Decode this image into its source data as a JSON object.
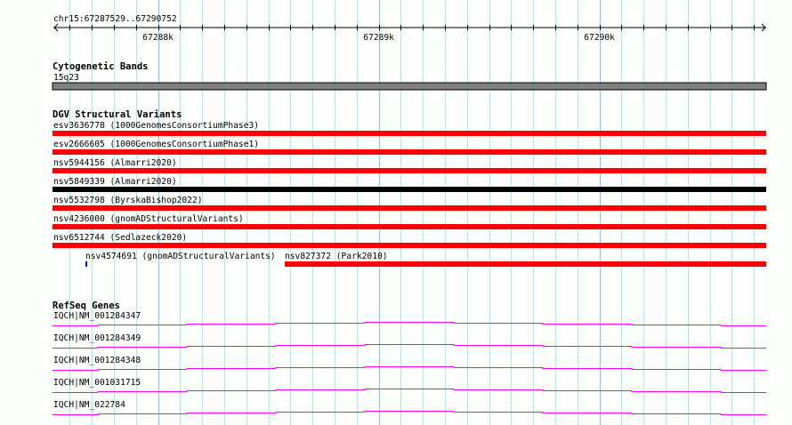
{
  "ruler": {
    "location": "chr15:67287529..67290752",
    "start": 67287529,
    "end": 67290752,
    "ticks": [
      {
        "pos": 67288000,
        "label": "67288k"
      },
      {
        "pos": 67289000,
        "label": "67289k"
      },
      {
        "pos": 67290000,
        "label": "67290k"
      }
    ]
  },
  "tracks": {
    "cytobands": {
      "title": "Cytogenetic Bands",
      "band": {
        "label": "15q23",
        "color": "#808080"
      }
    },
    "dgv": {
      "title": "DGV Structural Variants",
      "features": [
        {
          "label": "esv3636778 (1000GenomesConsortiumPhase3)",
          "color": "#ff0000"
        },
        {
          "label": "esv2666605 (1000GenomesConsortiumPhase1)",
          "color": "#ff0000"
        },
        {
          "label": "nsv5944156 (Almarri2020)",
          "color": "#ff0000"
        },
        {
          "label": "nsv5849339 (Almarri2020)",
          "color": "#000000"
        },
        {
          "label": "nsv5532798 (ByrskaBishop2022)",
          "color": "#ff0000"
        },
        {
          "label": "nsv4236000 (gnomADStructuralVariants)",
          "color": "#ff0000"
        },
        {
          "label": "nsv6512744 (Sedlazeck2020)",
          "color": "#ff0000"
        }
      ],
      "last_row": [
        {
          "label": "nsv4574691 (gnomADStructuralVariants)",
          "color": "#0000ff"
        },
        {
          "label": "nsv827372 (Park2010)",
          "color": "#ff0000"
        }
      ]
    },
    "refseq": {
      "title": "RefSeq Genes",
      "color": "#ff00ff",
      "genes": [
        {
          "label": "IQCH|NM_001284347"
        },
        {
          "label": "IQCH|NM_001284349"
        },
        {
          "label": "IQCH|NM_001284348"
        },
        {
          "label": "IQCH|NM_001031715"
        },
        {
          "label": "IQCH|NM_022784"
        }
      ]
    }
  }
}
